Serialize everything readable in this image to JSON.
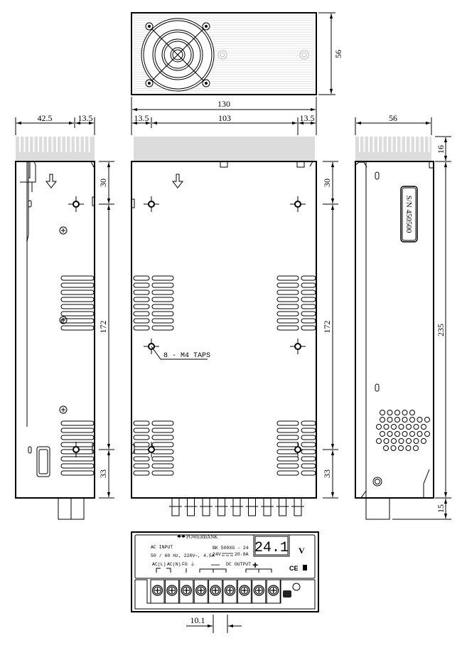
{
  "dimensions": {
    "top_height": "56",
    "total_width": "130",
    "front_left_offset": "13.5",
    "front_hole_spacing": "103",
    "front_right_offset": "13.5",
    "side_depth": "42.5",
    "side_offset": "13.5",
    "hole_top": "30",
    "hole_spacing": "172",
    "hole_bottom": "33",
    "right_width": "56",
    "fin_height": "16",
    "body_length": "235",
    "terminal_height": "15",
    "terminal_pitch": "10.1"
  },
  "callouts": {
    "taps": "8 - M4 TAPS"
  },
  "serial_label": "S/N 450500",
  "label_panel": {
    "brand": "POWERBANK",
    "ac_input": "AC INPUT",
    "ac_spec": "50 / 60 Hz, 220V~, 4.5A",
    "model": "BK  500XG  -  24",
    "dc_voltage": "24V",
    "dc_current": "20.8A",
    "display_value": "24.1",
    "display_unit": "V",
    "terminal_ac_l": "AC(L)",
    "terminal_ac_n": "AC(N)",
    "terminal_fg": "FG ⏚",
    "minus": "—",
    "dc_output": "DC OUTPUT",
    "plus": "+",
    "ce_mark": "CE"
  }
}
